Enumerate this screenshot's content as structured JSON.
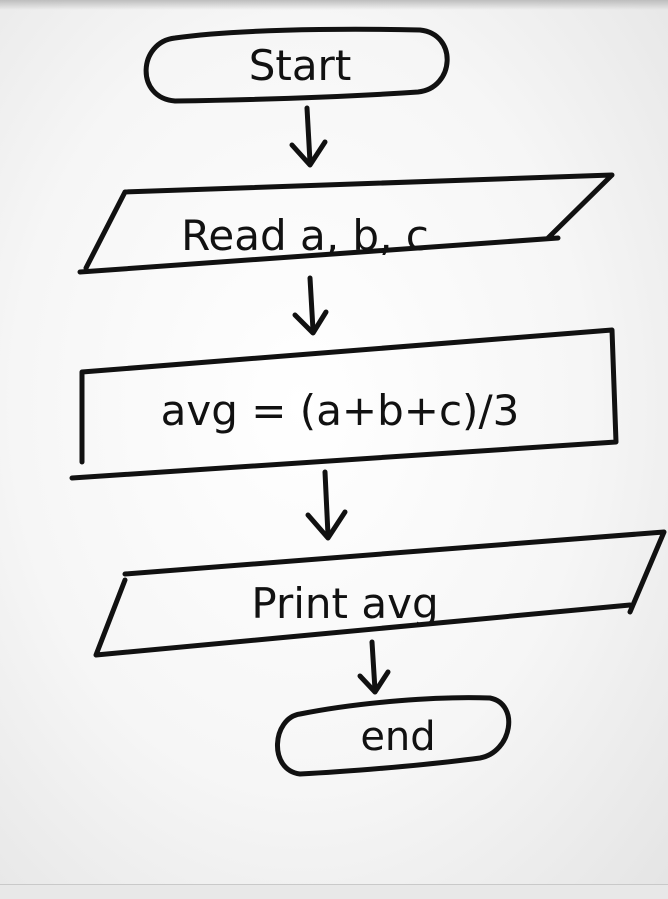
{
  "flowchart": {
    "start": {
      "shape": "terminal",
      "label": "Start"
    },
    "read": {
      "shape": "parallelogram",
      "label": "Read a, b, c"
    },
    "process": {
      "shape": "rectangle",
      "label": "avg = (a+b+c)/3"
    },
    "print": {
      "shape": "parallelogram",
      "label": "Print avg"
    },
    "end": {
      "shape": "terminal",
      "label": "end"
    }
  },
  "colors": {
    "ink": "#111111",
    "board": "#f6f6f6"
  }
}
